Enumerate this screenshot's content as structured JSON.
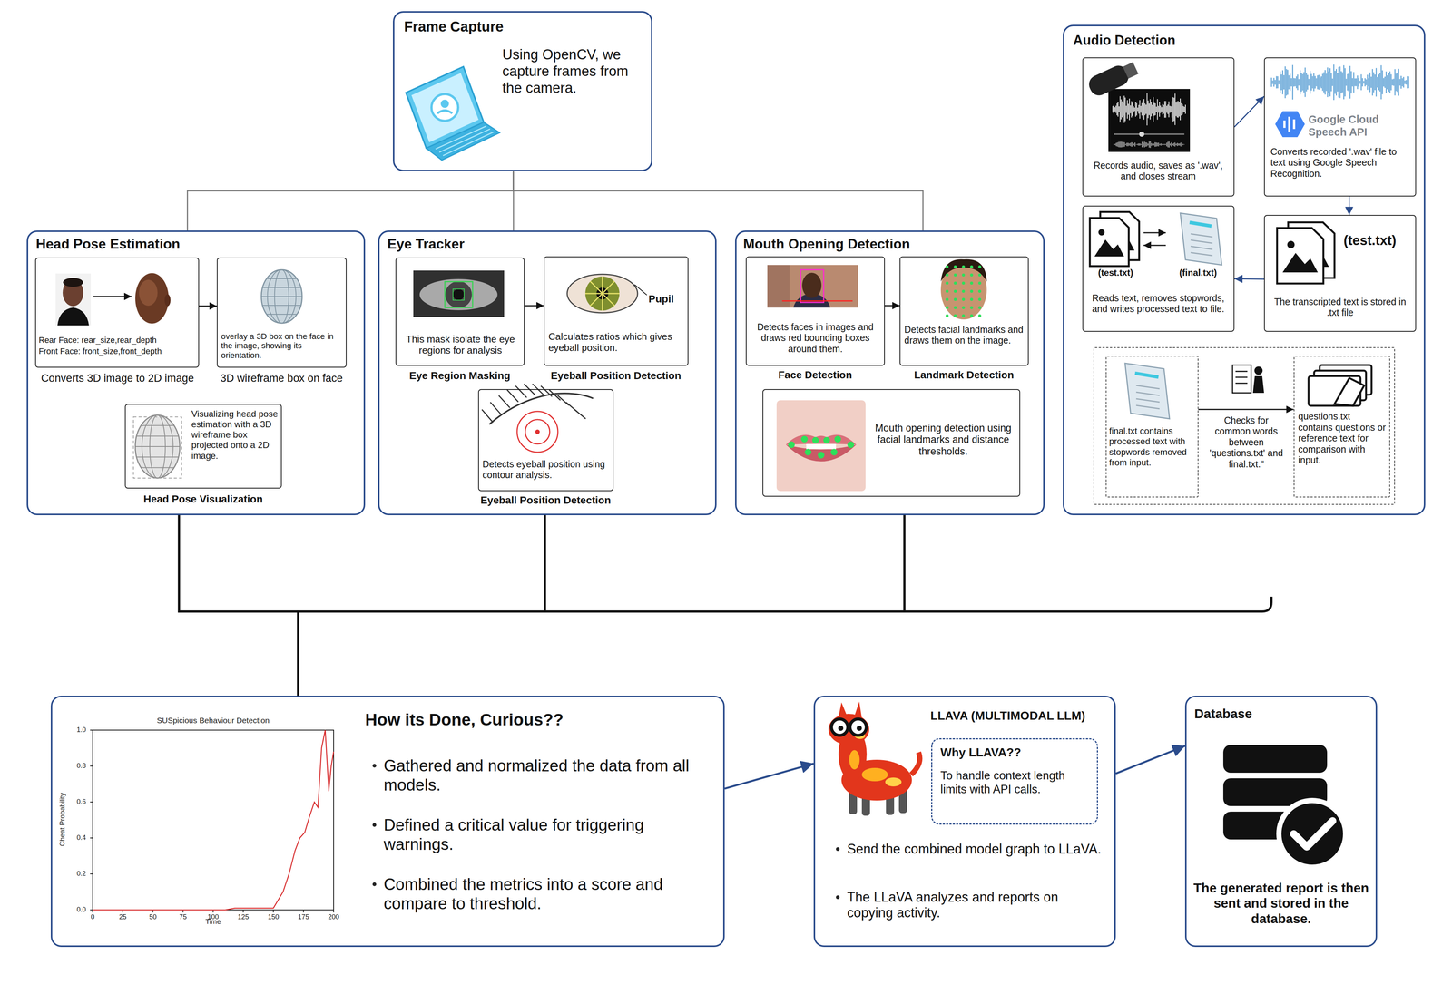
{
  "diagram": {
    "nodes": [
      {
        "text": [
          "Frame Capture",
          "Using OpenCV, we capture frames from the camera."
        ]
      },
      {
        "text": [
          "Audio Detection"
        ]
      },
      {
        "text": [
          "Records audio, saves as '.wav', and closes stream"
        ],
        "in": 1
      },
      {
        "text": [
          "Google Cloud Speech API",
          "Converts recorded '.wav' file to text using Google Speech Recognition."
        ],
        "in": 1
      },
      {
        "text": [
          "(test.txt)",
          "(final.txt)",
          "Reads text, removes stopwords, and writes processed text to file."
        ],
        "in": 1
      },
      {
        "text": [
          "(test.txt)",
          "The transcripted text is stored in .txt file"
        ],
        "in": 1
      },
      {
        "text": [
          "Checks for common words between 'questions.txt' and final.txt.\""
        ],
        "in": 1
      },
      {
        "text": [
          "final.txt contains processed text with stopwords removed from input."
        ],
        "in": 6
      },
      {
        "text": [
          "questions.txt contains questions or reference text for comparison with input."
        ],
        "in": 6
      },
      {
        "text": [
          "Head Pose Estimation"
        ]
      },
      {
        "text": [
          "Rear Face: rear_size,rear_depth",
          "Front Face: front_size,front_depth",
          "Converts 3D image to 2D image"
        ],
        "in": 9
      },
      {
        "text": [
          "overlay a 3D box on the face in the image, showing its orientation.",
          "3D wireframe box on face"
        ],
        "in": 9
      },
      {
        "text": [
          "Visualizing head pose estimation with a 3D wireframe box projected onto a 2D image.",
          "Head Pose Visualization"
        ],
        "in": 9
      },
      {
        "text": [
          "Eye Tracker"
        ]
      },
      {
        "text": [
          "This mask isolate the eye regions for analysis",
          "Eye Region Masking"
        ],
        "in": 13
      },
      {
        "text": [
          "Pupil",
          "Calculates ratios which gives eyeball position.",
          "Eyeball Position Detection"
        ],
        "in": 13
      },
      {
        "text": [
          "Detects eyeball position using contour analysis.",
          "Eyeball Position Detection"
        ],
        "in": 13
      },
      {
        "text": [
          "Mouth Opening Detection"
        ]
      },
      {
        "text": [
          "Detects faces in images and draws red bounding boxes around them.",
          "Face Detection"
        ],
        "in": 17
      },
      {
        "text": [
          "Detects facial landmarks and draws them on the image.",
          "Landmark Detection"
        ],
        "in": 17
      },
      {
        "text": [
          "Mouth opening detection using facial landmarks and distance thresholds."
        ],
        "in": 17
      },
      {
        "text": [
          "How its Done, Curious??",
          "Gathered and normalized the data from all models.",
          "Defined a critical value for triggering warnings.",
          "Combined the metrics into a score and compare to threshold."
        ]
      },
      {
        "text": [
          "LLAVA (MULTIMODAL LLM)",
          "Send the combined model graph to LLaVA.",
          "The LLaVA analyzes and reports on copying activity."
        ]
      },
      {
        "text": [
          "Why LLAVA??",
          "To handle context length limits with API calls."
        ],
        "in": 22
      },
      {
        "text": [
          "Database",
          "The generated report is then sent and stored in the database."
        ]
      }
    ],
    "edges": [
      {
        "from": 0,
        "to": 9,
        "arrow": "none"
      },
      {
        "from": 0,
        "to": 13,
        "arrow": "none"
      },
      {
        "from": 0,
        "to": 17,
        "arrow": "none"
      },
      {
        "from": 2,
        "to": 3,
        "arrow": "to"
      },
      {
        "from": 3,
        "to": 5,
        "arrow": "to"
      },
      {
        "from": 5,
        "to": 4,
        "arrow": "to"
      },
      {
        "from": 7,
        "to": 8,
        "arrow": "to"
      },
      {
        "from": 10,
        "to": 11,
        "arrow": "to"
      },
      {
        "from": 14,
        "to": 15,
        "arrow": "to"
      },
      {
        "from": 18,
        "to": 19,
        "arrow": "to"
      },
      {
        "from": 9,
        "to": 21,
        "arrow": "none"
      },
      {
        "from": 13,
        "to": 21,
        "arrow": "none"
      },
      {
        "from": 17,
        "to": 21,
        "arrow": "none"
      },
      {
        "from": 21,
        "to": 22,
        "arrow": "to"
      },
      {
        "from": 22,
        "to": 24,
        "arrow": "to"
      }
    ],
    "labels": [
      "SUSpicious Behaviour Detection",
      "Cheat Probability",
      "Time",
      "0.0",
      "0.2",
      "0.4",
      "0.6",
      "0.8",
      "1.0",
      "0",
      "25",
      "50",
      "75",
      "100",
      "125",
      "150",
      "175",
      "200"
    ]
  }
}
